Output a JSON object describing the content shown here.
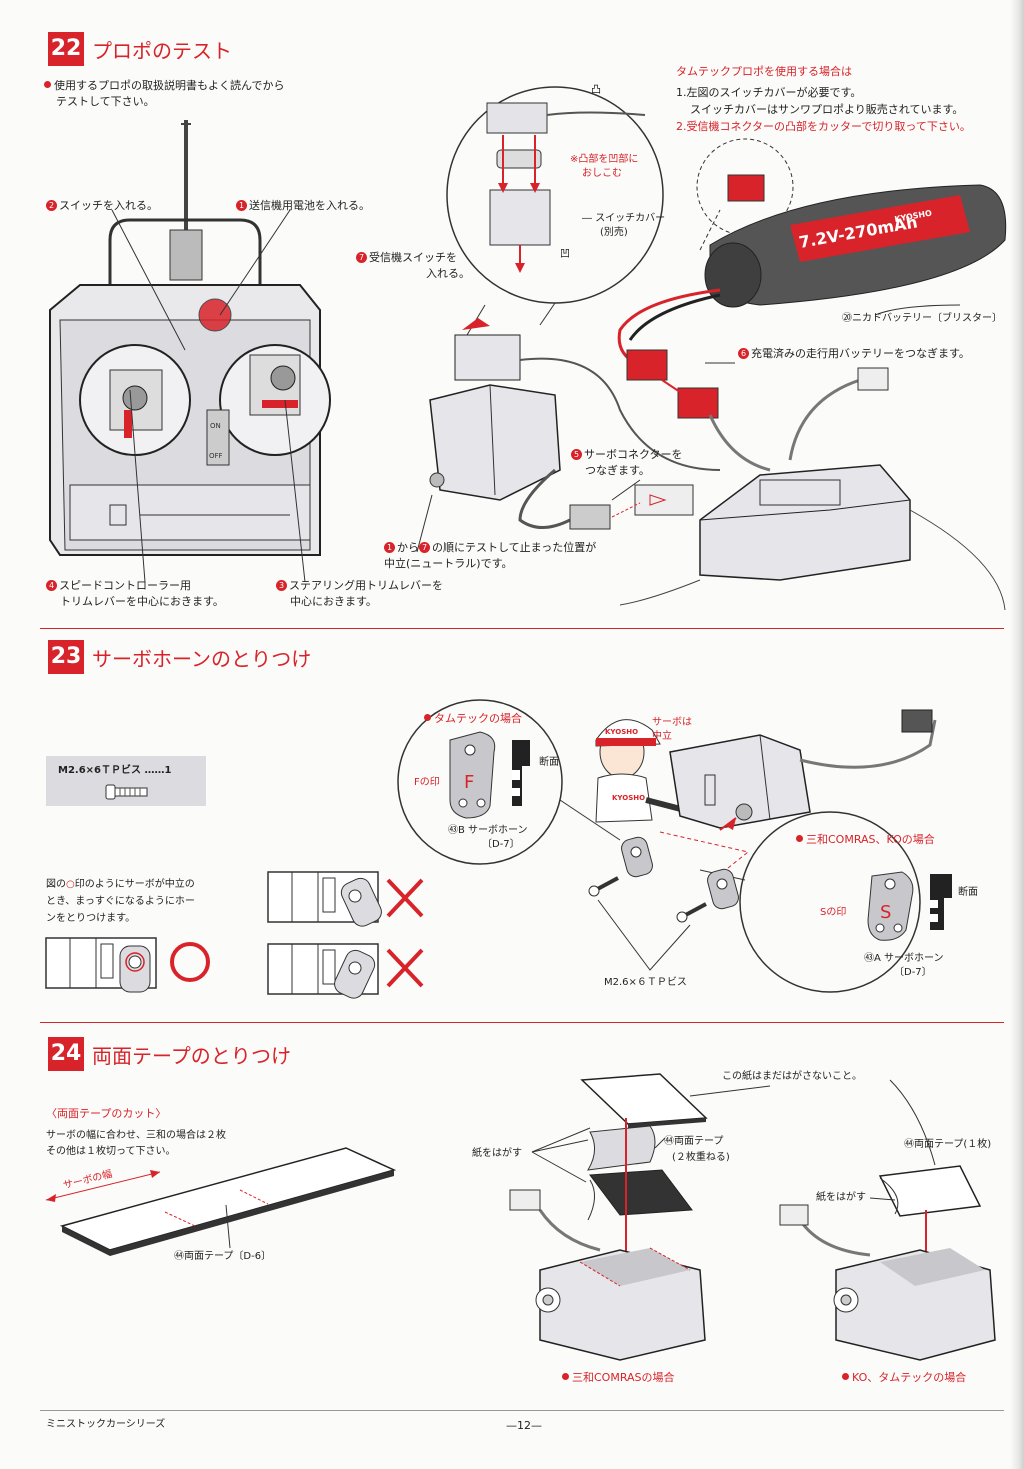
{
  "s22": {
    "num": "22",
    "title": "プロポのテスト",
    "intro1": "使用するプロポの取扱説明書もよく読んでから",
    "intro2": "テストして下さい。",
    "callout_switch": "スイッチを入れる。",
    "callout_tx_battery": "送信機用電池を入れる。",
    "callout_speed_trim1": "スピードコントローラー用",
    "callout_speed_trim2": "トリムレバーを中心におきます。",
    "callout_steer_trim1": "ステアリング用トリムレバーを",
    "callout_steer_trim2": "中心におきます。",
    "callout_rx_switch1": "受信機スイッチを",
    "callout_rx_switch2": "入れる。",
    "callout_servo_conn1": "サーボコネクターを",
    "callout_servo_conn2": "つなぎます。",
    "callout_battery": "充電済みの走行用バッテリーをつなぎます。",
    "callout_neutral1": "から",
    "callout_neutral2": "の順にテストして止まった位置が",
    "callout_neutral3": "中立(ニュートラル)です。",
    "switch_label_convex": "凸",
    "switch_label_concave": "凹",
    "switch_note1": "※凸部を凹部に",
    "switch_note2": "おしこむ",
    "switch_cover1": "スイッチカバー",
    "switch_cover2": "(別売)",
    "tamtech_title": "タムテックプロポを使用する場合は",
    "tamtech1": "1.左図のスイッチカバーが必要です。",
    "tamtech1b": "スイッチカバーはサンワプロポより販売されています。",
    "tamtech2": "2.受信機コネクターの凸部をカッターで切り取って下さい。",
    "battery_label": "⑳ニカドバッテリー〔ブリスター〕",
    "battery_print": "7.2V-270mAh",
    "battery_brand": "KYOSHO",
    "switch_on": "ON",
    "switch_off": "OFF",
    "n1": "1",
    "n2": "2",
    "n3": "3",
    "n4": "4",
    "n5": "5",
    "n6": "6",
    "n7": "7"
  },
  "s23": {
    "num": "23",
    "title": "サーボホーンのとりつけ",
    "parts_label": "M2.6×6ＴＰビス ……1",
    "tamtech_case": "タムテックの場合",
    "f_mark": "Fの印",
    "section_label": "断面",
    "horn_b": "㊸B サーボホーン",
    "horn_b_code": "〔D-7〕",
    "servo_neutral1": "サーボは",
    "servo_neutral2": "中立",
    "sanwa_case": "三和COMRAS、KOの場合",
    "s_mark": "Sの印",
    "horn_a": "㊸A サーボホーン",
    "horn_a_code": "〔D-7〕",
    "screw_label": "M2.6×６ＴＰビス",
    "note1": "図の",
    "note1b": "印のようにサーボが中立の",
    "note2": "とき、まっすぐになるようにホー",
    "note3": "ンをとりつけます。",
    "cap_brand": "KYOSHO",
    "letter_f": "F",
    "letter_s": "S"
  },
  "s24": {
    "num": "24",
    "title": "両面テープのとりつけ",
    "cut_title": "〈両面テープのカット〉",
    "cut1": "サーボの幅に合わせ、三和の場合は２枚",
    "cut2": "その他は１枚切って下さい。",
    "servo_width": "サーボの幅",
    "tape_label": "㊹両面テープ〔D-6〕",
    "dont_peel": "この紙はまだはがさないこと。",
    "peel1": "紙をはがす",
    "tape2_1": "㊹両面テープ",
    "tape2_2": "(２枚重ねる)",
    "tape1": "㊹両面テープ(１枚)",
    "peel2": "紙をはがす",
    "case_sanwa": "三和COMRASの場合",
    "case_ko": "KO、タムテックの場合"
  },
  "footer": {
    "series": "ミニストックカーシリーズ",
    "page": "—12—"
  }
}
